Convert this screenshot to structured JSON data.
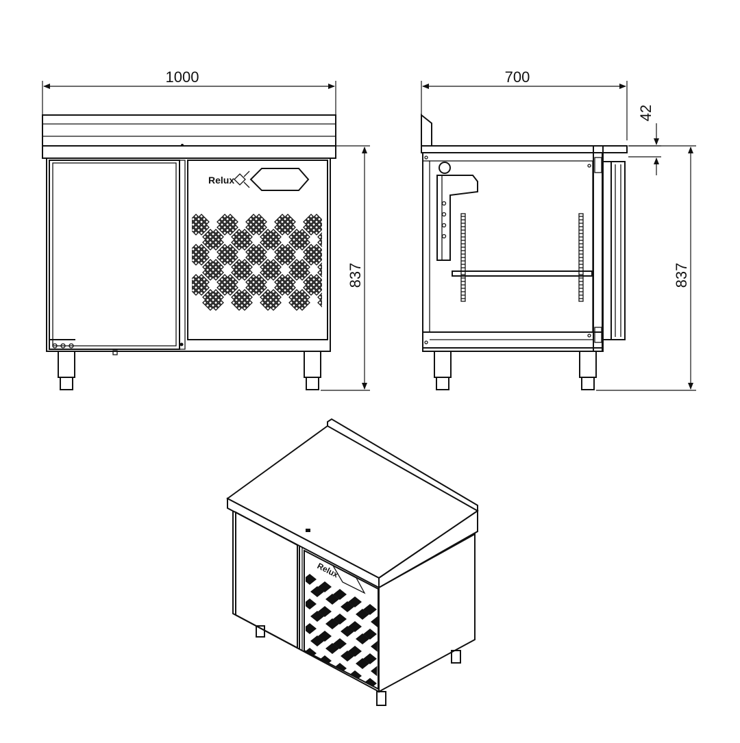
{
  "dimensions": {
    "width": "1000",
    "depth": "700",
    "height_front": "837",
    "height_side": "837",
    "backsplash": "42"
  },
  "brand": {
    "front_logo": "Relux",
    "iso_logo": "Relux"
  },
  "colors": {
    "line": "#111111",
    "background": "#ffffff"
  }
}
